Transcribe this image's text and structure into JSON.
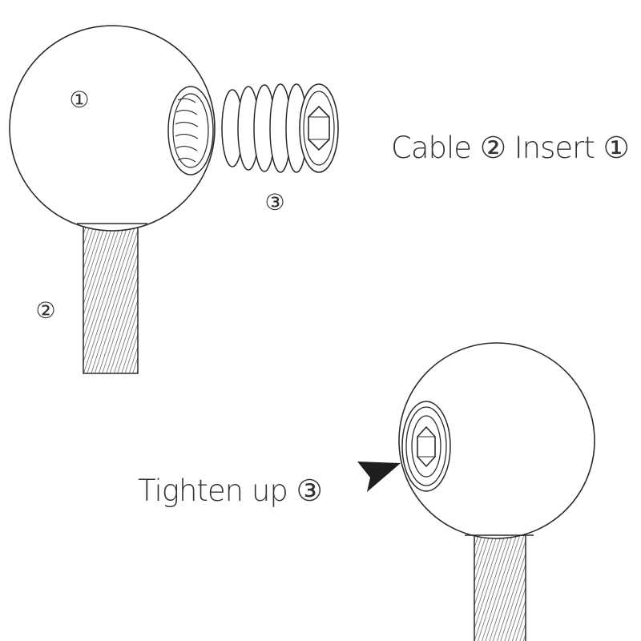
{
  "markers": {
    "ball": "①",
    "cable": "②",
    "screw": "③"
  },
  "steps": {
    "step1_prefix": "Cable",
    "step1_cable_marker": "②",
    "step1_middle": "Insert",
    "step1_ball_marker": "①",
    "step2_prefix": "Tighten up",
    "step2_screw_marker": "③"
  },
  "colors": {
    "line": "#2a2a2a",
    "text": "#333333",
    "arrow": "#1e1e1e"
  }
}
